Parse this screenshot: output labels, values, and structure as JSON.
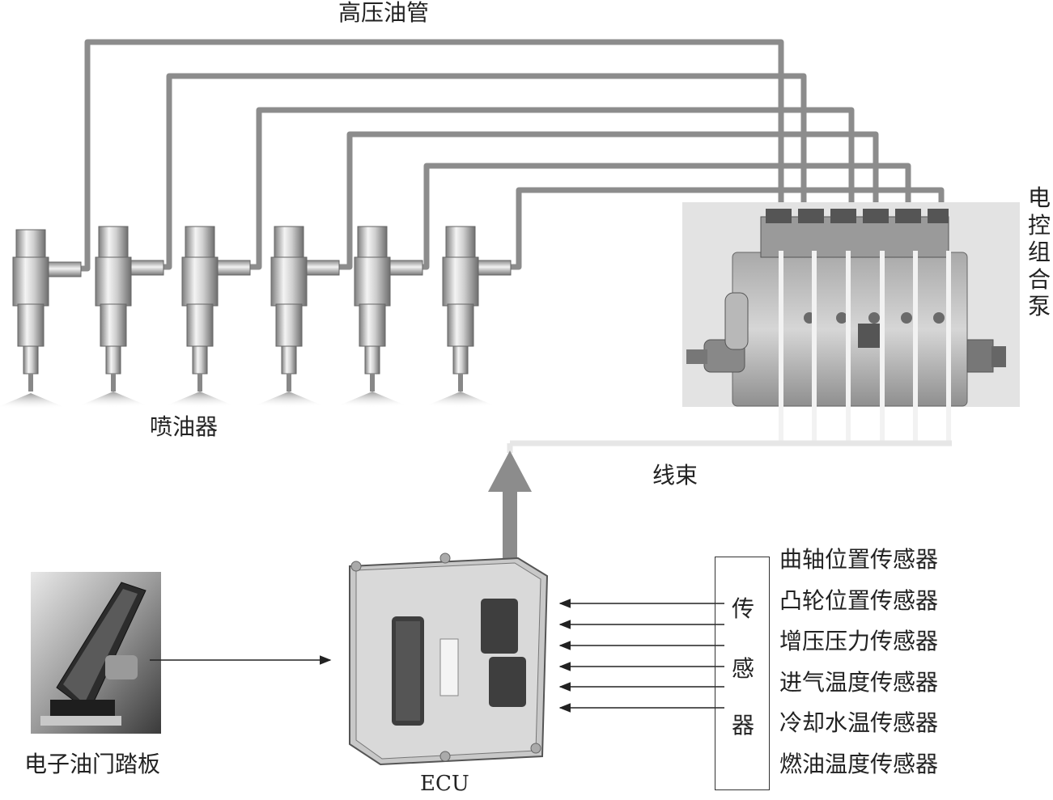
{
  "labels": {
    "high_pressure_pipe": "高压油管",
    "injector": "喷油器",
    "harness": "线束",
    "ecu": "ECU",
    "pedal": "电子油门踏板",
    "pump": [
      "电",
      "控",
      "组",
      "合",
      "泵"
    ],
    "sensor_box": [
      "传",
      "感",
      "器"
    ]
  },
  "sensors": [
    "曲轴位置传感器",
    "凸轮位置传感器",
    "增压压力传感器",
    "进气温度传感器",
    "冷却水温传感器",
    "燃油温度传感器"
  ]
}
